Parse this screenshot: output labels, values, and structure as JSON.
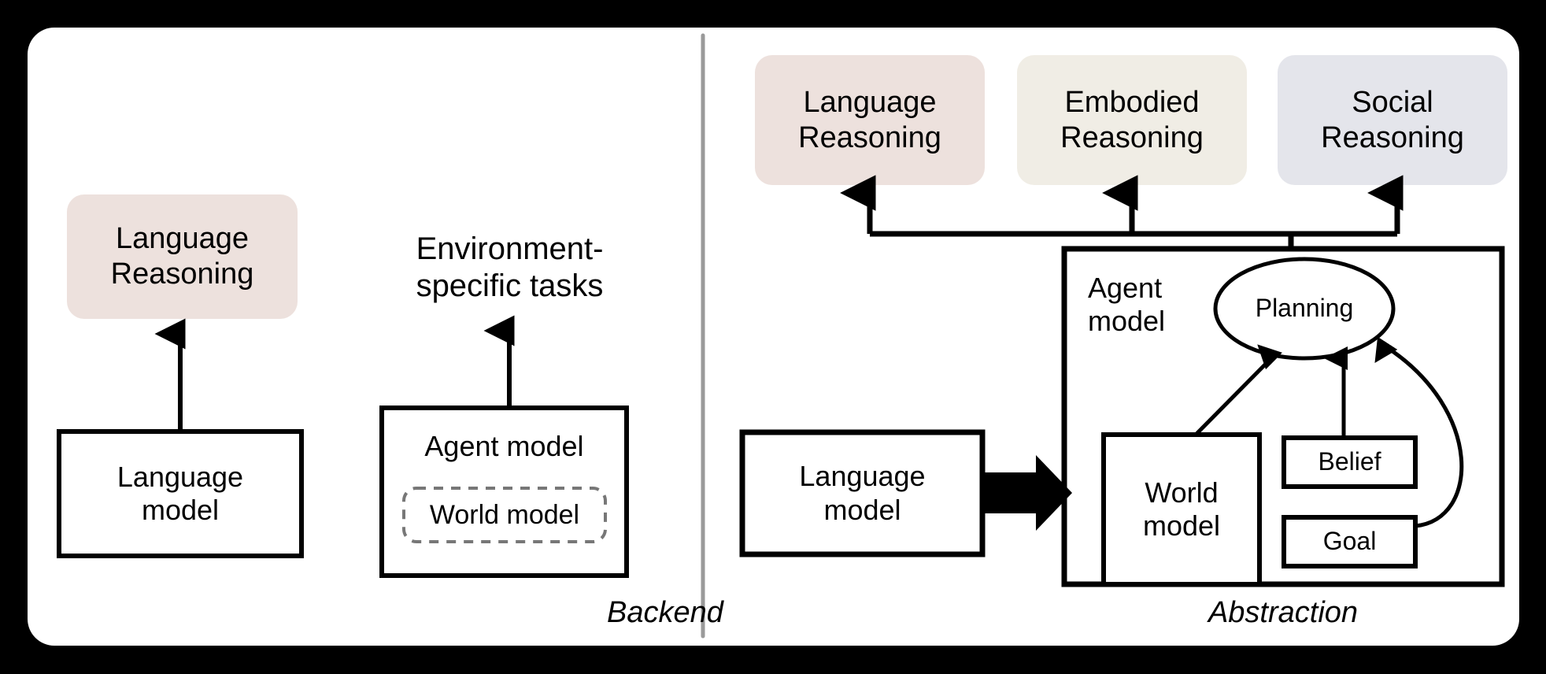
{
  "figure": {
    "background_color": "#000000",
    "card_color": "#ffffff",
    "divider_color": "#9a9a9a"
  },
  "palette": {
    "language_reasoning": "#ede1dd",
    "embodied_reasoning": "#f0ede5",
    "social_reasoning": "#e4e5eb",
    "stroke": "#000000",
    "dashed_stroke": "#777777"
  },
  "left_panel": {
    "caption": "Backend",
    "language_reasoning": {
      "line1": "Language",
      "line2": "Reasoning"
    },
    "env_tasks": {
      "line1": "Environment-",
      "line2": "specific tasks"
    },
    "language_model": {
      "line1": "Language",
      "line2": "model"
    },
    "agent_model": {
      "label": "Agent model"
    },
    "world_model": {
      "label": "World model"
    }
  },
  "right_panel": {
    "caption": "Abstraction",
    "outputs": [
      {
        "name": "language-reasoning",
        "line1": "Language",
        "line2": "Reasoning",
        "color": "#ede1dd"
      },
      {
        "name": "embodied-reasoning",
        "line1": "Embodied",
        "line2": "Reasoning",
        "color": "#f0ede5"
      },
      {
        "name": "social-reasoning",
        "line1": "Social",
        "line2": "Reasoning",
        "color": "#e4e5eb"
      }
    ],
    "language_model": {
      "line1": "Language",
      "line2": "model"
    },
    "agent_model": {
      "line1": "Agent",
      "line2": "model"
    },
    "planning": {
      "label": "Planning"
    },
    "world_model": {
      "line1": "World",
      "line2": "model"
    },
    "belief": {
      "label": "Belief"
    },
    "goal": {
      "label": "Goal"
    }
  }
}
